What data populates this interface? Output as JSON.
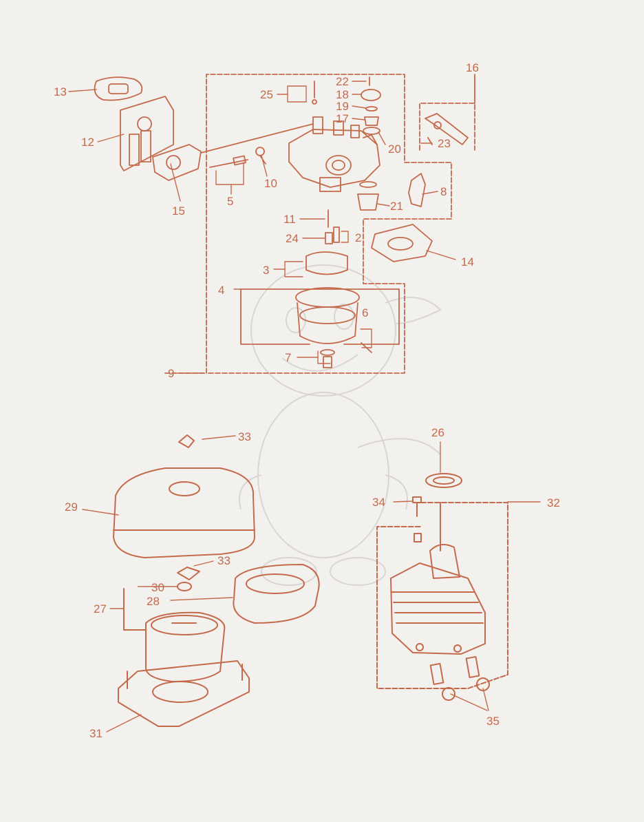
{
  "colors": {
    "background": "#f3f1ee",
    "ink": "#c4694a",
    "fill_light": "#fbeee7",
    "fill_mid": "#efc9b6",
    "watermark": "#d9d6d2"
  },
  "icons": [
    "carburetor-icon",
    "air-filter-cover-icon",
    "oil-bath-icon",
    "wing-nut-icon",
    "gasket-icon",
    "watermark-dragon-icon"
  ],
  "callouts": [
    {
      "id": "c1",
      "text": "13"
    },
    {
      "id": "c2",
      "text": "12"
    },
    {
      "id": "c3",
      "text": "15"
    },
    {
      "id": "c4",
      "text": "5"
    },
    {
      "id": "c5",
      "text": "10"
    },
    {
      "id": "c6",
      "text": "25"
    },
    {
      "id": "c7",
      "text": "22"
    },
    {
      "id": "c8",
      "text": "18"
    },
    {
      "id": "c9",
      "text": "19"
    },
    {
      "id": "c10",
      "text": "17"
    },
    {
      "id": "c11",
      "text": "20"
    },
    {
      "id": "c12",
      "text": "16"
    },
    {
      "id": "c13",
      "text": "23"
    },
    {
      "id": "c14",
      "text": "8"
    },
    {
      "id": "c15",
      "text": "21"
    },
    {
      "id": "c16",
      "text": "11"
    },
    {
      "id": "c17",
      "text": "24"
    },
    {
      "id": "c18",
      "text": "2"
    },
    {
      "id": "c19",
      "text": "14"
    },
    {
      "id": "c20",
      "text": "3"
    },
    {
      "id": "c21",
      "text": "4"
    },
    {
      "id": "c22",
      "text": "6"
    },
    {
      "id": "c23",
      "text": "7"
    },
    {
      "id": "c24",
      "text": "9"
    },
    {
      "id": "c25",
      "text": "33"
    },
    {
      "id": "c26",
      "text": "29"
    },
    {
      "id": "c27",
      "text": "33"
    },
    {
      "id": "c28",
      "text": "30"
    },
    {
      "id": "c29",
      "text": "27"
    },
    {
      "id": "c30",
      "text": "28"
    },
    {
      "id": "c31",
      "text": "31"
    },
    {
      "id": "c32",
      "text": "26"
    },
    {
      "id": "c33",
      "text": "34"
    },
    {
      "id": "c34",
      "text": "32"
    },
    {
      "id": "c35",
      "text": "35"
    }
  ]
}
